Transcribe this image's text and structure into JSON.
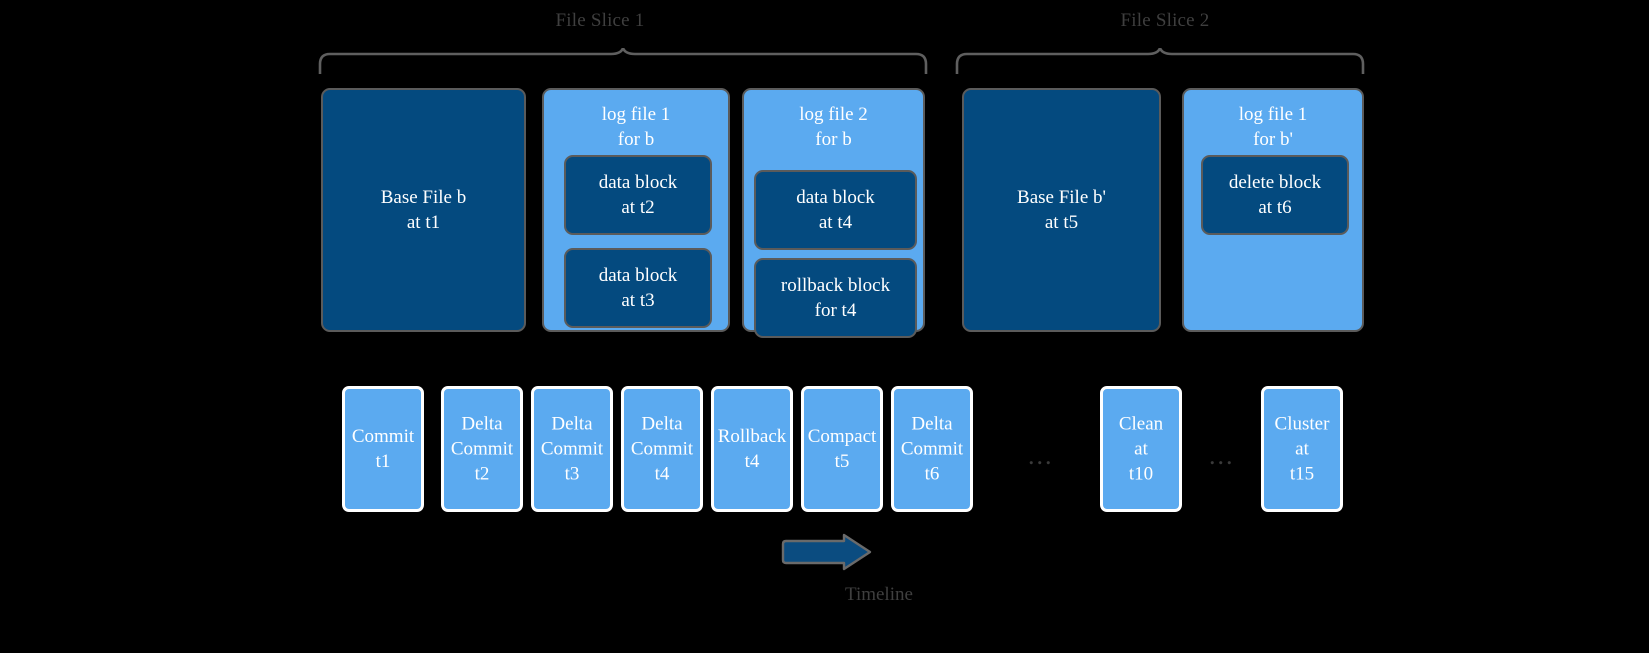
{
  "diagram": {
    "title": "Hudi file slice and timeline diagram",
    "colors": {
      "background": "#000000",
      "dark_blue": "#044A7F",
      "light_blue": "#5BAAF0",
      "border_gray": "#5B5B5B",
      "label_gray": "#3F3F3F",
      "timeline_border": "#FFFFFF"
    },
    "slices": [
      {
        "label": "File Slice 1"
      },
      {
        "label": "File Slice 2"
      }
    ],
    "file_boxes": [
      {
        "id": "base-file-b",
        "kind": "base",
        "line1": "Base File b",
        "line2": "at t1"
      },
      {
        "id": "log-file-1-for-b",
        "kind": "log",
        "line1": "log file 1",
        "line2": "for b",
        "blocks": [
          {
            "id": "data-block-t2",
            "line1": "data block",
            "line2": "at t2"
          },
          {
            "id": "data-block-t3",
            "line1": "data block",
            "line2": "at t3"
          }
        ]
      },
      {
        "id": "log-file-2-for-b",
        "kind": "log",
        "line1": "log file 2",
        "line2": "for b",
        "blocks": [
          {
            "id": "data-block-t4",
            "line1": "data block",
            "line2": "at t4"
          },
          {
            "id": "rollback-block-t4",
            "line1": "rollback block",
            "line2": "for t4"
          }
        ]
      },
      {
        "id": "base-file-b-prime",
        "kind": "base",
        "line1": "Base File b'",
        "line2": "at t5"
      },
      {
        "id": "log-file-1-for-b-prime",
        "kind": "log",
        "line1": "log file 1",
        "line2": "for b'",
        "blocks": [
          {
            "id": "delete-block-t6",
            "line1": "delete block",
            "line2": "at t6"
          }
        ]
      }
    ],
    "timeline": {
      "axis_label": "Timeline",
      "items": [
        {
          "id": "commit-t1",
          "lines": [
            "Commit",
            "t1"
          ]
        },
        {
          "id": "delta-commit-t2",
          "lines": [
            "Delta",
            "Commit",
            "t2"
          ]
        },
        {
          "id": "delta-commit-t3",
          "lines": [
            "Delta",
            "Commit",
            "t3"
          ]
        },
        {
          "id": "delta-commit-t4",
          "lines": [
            "Delta",
            "Commit",
            "t4"
          ]
        },
        {
          "id": "rollback-t4",
          "lines": [
            "Rollback",
            "t4"
          ]
        },
        {
          "id": "compact-t5",
          "lines": [
            "Compact",
            "t5"
          ]
        },
        {
          "id": "delta-commit-t6",
          "lines": [
            "Delta",
            "Commit",
            "t6"
          ]
        },
        {
          "id": "clean-t10",
          "lines": [
            "Clean",
            "at",
            "t10"
          ]
        },
        {
          "id": "cluster-t15",
          "lines": [
            "Cluster",
            "at",
            "t15"
          ]
        }
      ],
      "ellipses": [
        "...",
        "..."
      ]
    }
  }
}
